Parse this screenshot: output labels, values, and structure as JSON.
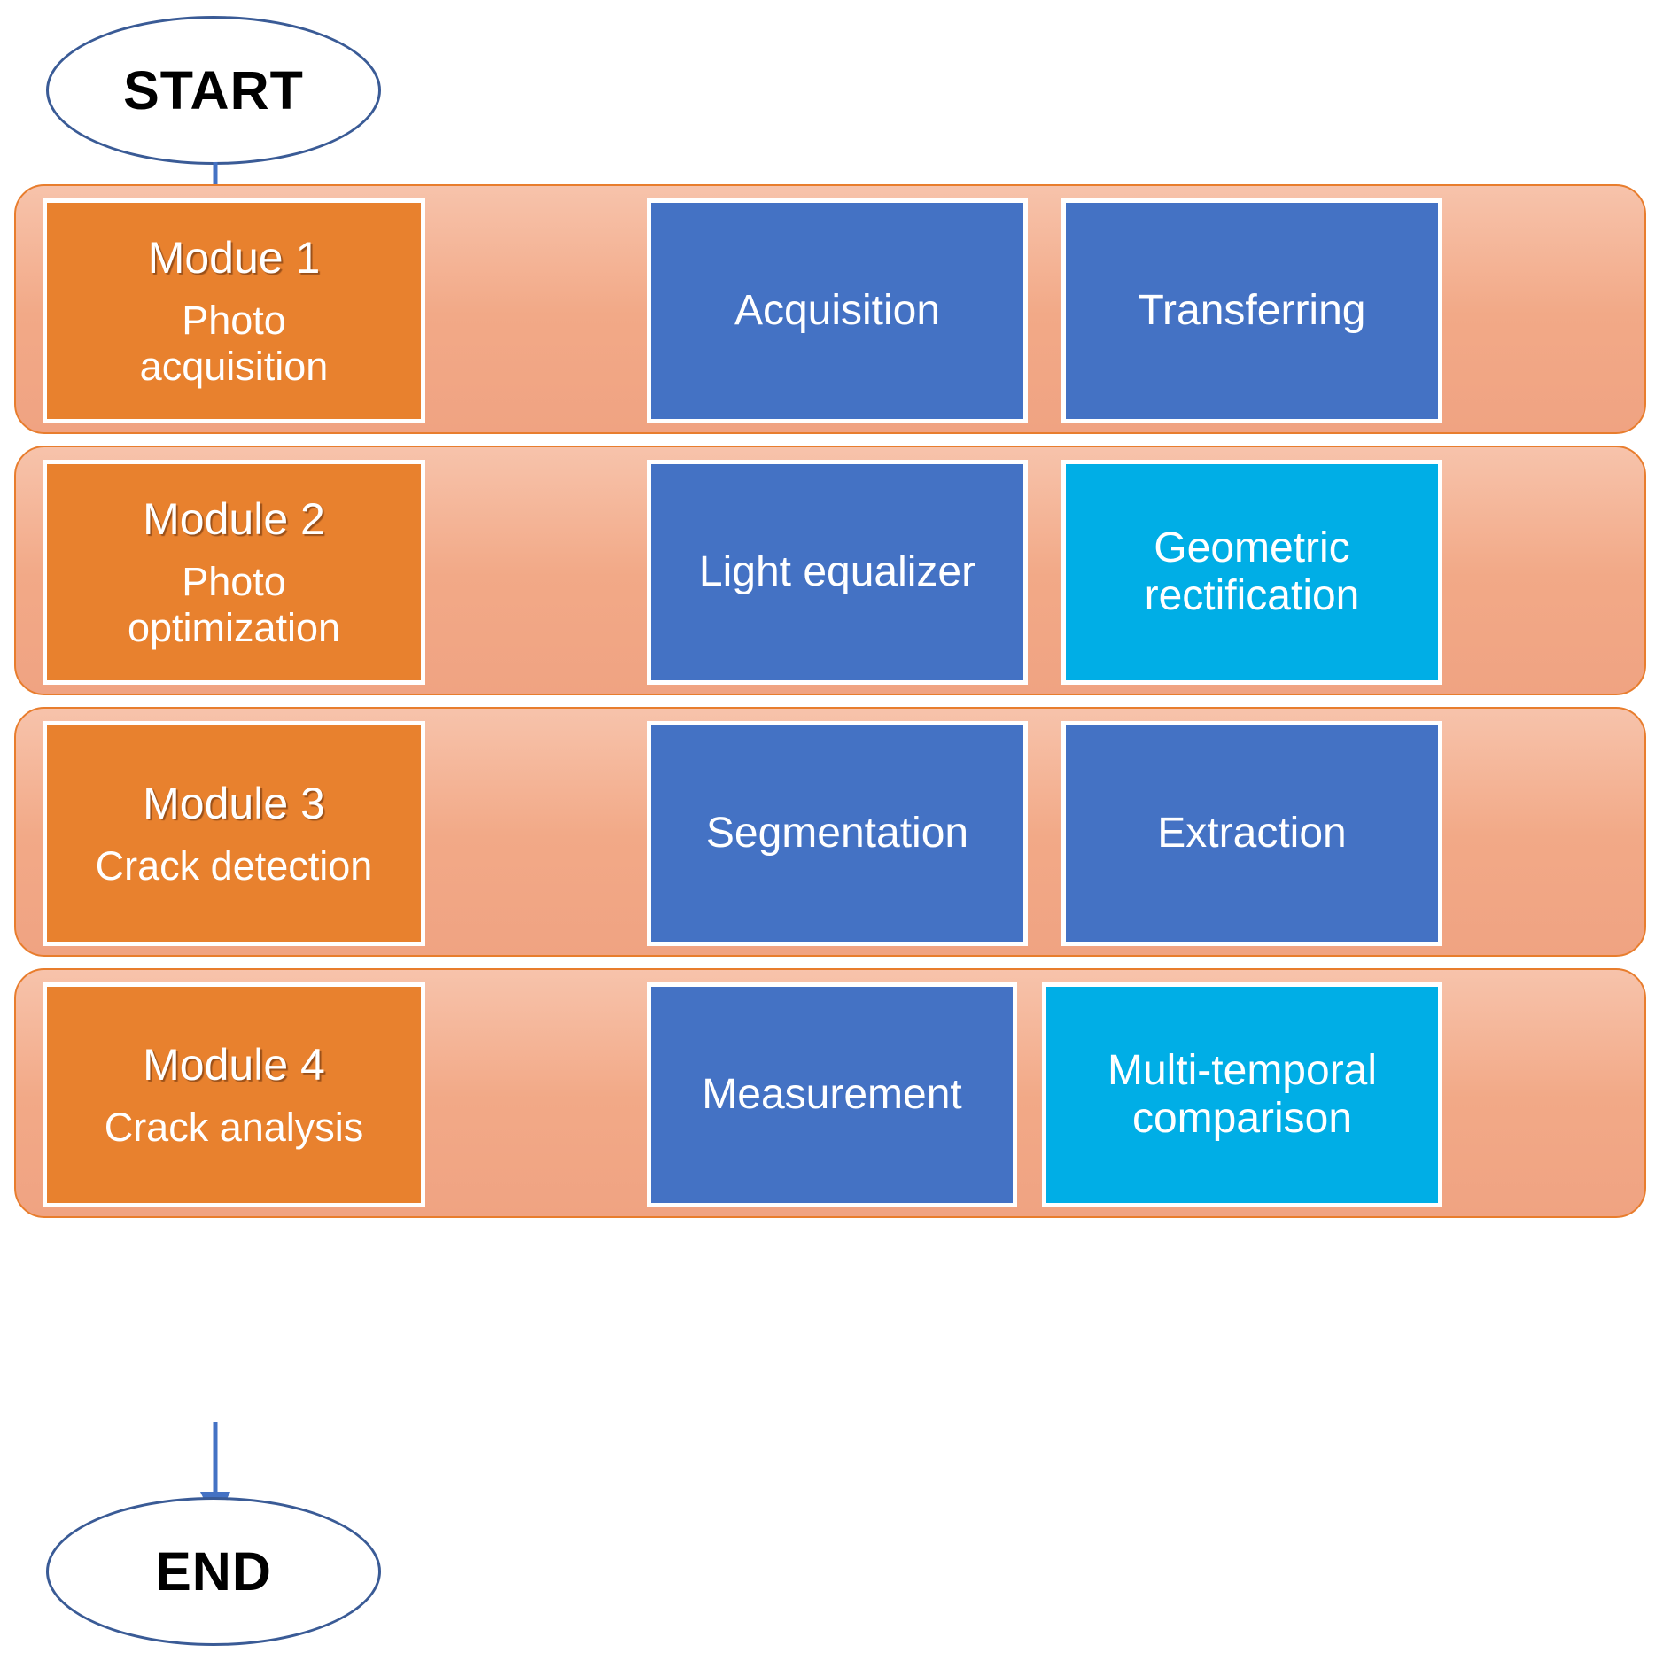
{
  "diagram": {
    "title": "Crack detection workflow flowchart",
    "start_label": "START",
    "end_label": "END",
    "colors": {
      "orange_box": "#E8812E",
      "container_salmon": "#F2A987",
      "container_border": "#E87D2D",
      "blue_box": "#4472C4",
      "cyan_box": "#00AEE6",
      "arrow": "#4472C4",
      "terminator_border": "#3A5B96",
      "text_on_fill": "#FFFFFF",
      "terminator_text": "#000000"
    },
    "rows": [
      {
        "module_title": "Modue 1",
        "module_sub": "Photo\nacquisition",
        "module_sub_line1": "Photo",
        "module_sub_line2": "acquisition",
        "steps": [
          {
            "label": "Acquisition",
            "style": "blue"
          },
          {
            "label": "Transferring",
            "style": "blue"
          }
        ]
      },
      {
        "module_title": "Module 2",
        "module_sub": "Photo\noptimization",
        "module_sub_line1": "Photo",
        "module_sub_line2": "optimization",
        "steps": [
          {
            "label": "Light equalizer",
            "style": "blue"
          },
          {
            "label": "Geometric rectification",
            "style": "cyan",
            "line1": "Geometric",
            "line2": "rectification"
          }
        ]
      },
      {
        "module_title": "Module 3",
        "module_sub": "Crack detection",
        "module_sub_line1": "Crack detection",
        "module_sub_line2": "",
        "steps": [
          {
            "label": "Segmentation",
            "style": "blue"
          },
          {
            "label": "Extraction",
            "style": "blue"
          }
        ]
      },
      {
        "module_title": "Module 4",
        "module_sub": "Crack analysis",
        "module_sub_line1": "Crack analysis",
        "module_sub_line2": "",
        "steps": [
          {
            "label": "Measurement",
            "style": "blue"
          },
          {
            "label": "Multi-temporal comparison",
            "style": "cyan",
            "line1": "Multi-temporal",
            "line2": "comparison"
          }
        ]
      }
    ],
    "arrows": [
      {
        "from": "start-node",
        "to": "module-1"
      },
      {
        "from": "module-1",
        "to": "module-2"
      },
      {
        "from": "module-2",
        "to": "module-3"
      },
      {
        "from": "module-3",
        "to": "module-4"
      },
      {
        "from": "module-4",
        "to": "end-node"
      }
    ]
  }
}
